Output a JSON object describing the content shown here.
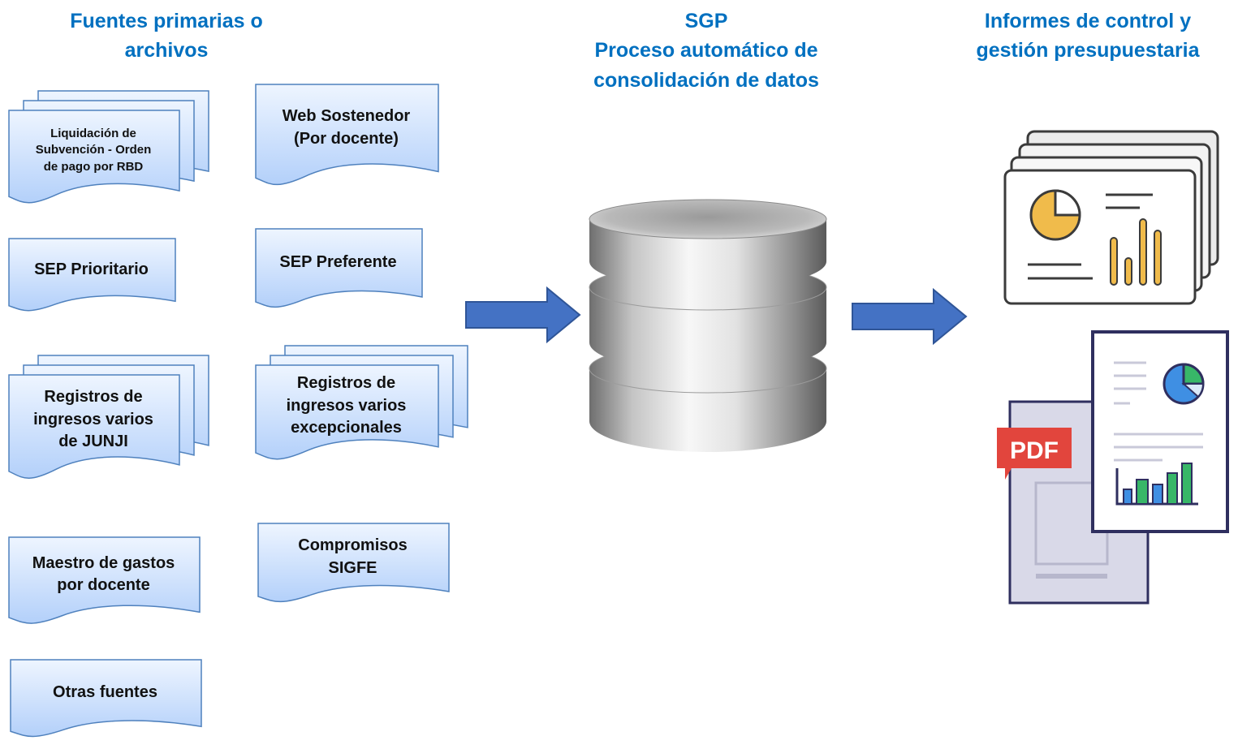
{
  "columns": {
    "sources": {
      "title_lines": [
        "Fuentes primarias o",
        "archivos"
      ]
    },
    "sgp": {
      "title_lines": [
        "SGP",
        "Proceso automático de",
        "consolidación de datos"
      ]
    },
    "reports": {
      "title_lines": [
        "Informes de control y",
        "gestión presupuestaria"
      ]
    }
  },
  "documents": [
    {
      "id": "liquidacion",
      "lines": [
        "Liquidación de",
        "Subvención - Orden",
        "de pago por RBD"
      ],
      "stacked": true
    },
    {
      "id": "web-sostenedor",
      "lines": [
        "Web Sostenedor",
        "(Por docente)"
      ],
      "stacked": false
    },
    {
      "id": "sep-prioritario",
      "lines": [
        "SEP Prioritario"
      ],
      "stacked": false
    },
    {
      "id": "sep-preferente",
      "lines": [
        "SEP Preferente"
      ],
      "stacked": false
    },
    {
      "id": "junji",
      "lines": [
        "Registros de",
        "ingresos varios",
        "de JUNJI"
      ],
      "stacked": true
    },
    {
      "id": "excepcionales",
      "lines": [
        "Registros de",
        "ingresos varios",
        "excepcionales"
      ],
      "stacked": true
    },
    {
      "id": "maestro",
      "lines": [
        "Maestro de gastos",
        "por docente"
      ],
      "stacked": false
    },
    {
      "id": "sigfe",
      "lines": [
        "Compromisos",
        "SIGFE"
      ],
      "stacked": false
    },
    {
      "id": "otras",
      "lines": [
        "Otras fuentes"
      ],
      "stacked": false
    }
  ],
  "pdf_badge": "PDF",
  "colors": {
    "heading": "#0070c0",
    "doc_fill_top": "#e9f2ff",
    "doc_fill_bottom": "#b6d3fb",
    "doc_stroke": "#4f81bd",
    "arrow": "#4472c4",
    "pdf_red": "#e2453d",
    "report_yellow": "#f0bb4b",
    "report_blue": "#3f8fe3",
    "report_green": "#38b768",
    "report_outline": "#2f2f5f"
  }
}
